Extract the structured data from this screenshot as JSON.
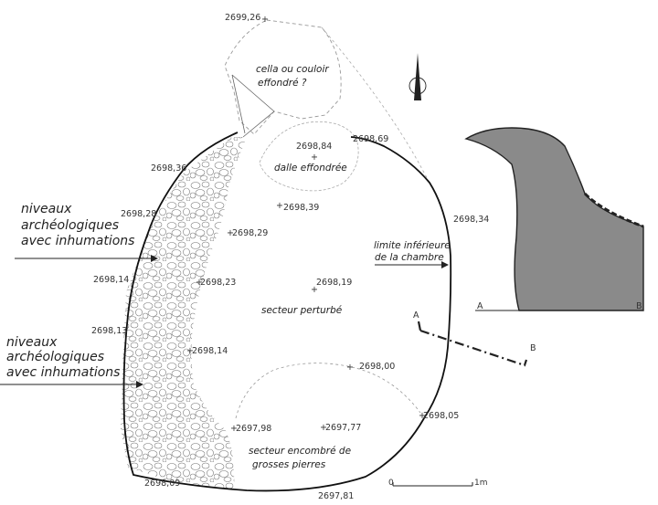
{
  "colors": {
    "line": "#1a1a1a",
    "dashed": "#8c8c8c",
    "section_fill": "#8a8a8a",
    "stone": "#7a7a7a"
  },
  "annotations": {
    "cella": [
      "cella ou couloir",
      "effondré ?"
    ],
    "dalle": "dalle effondrée",
    "limite": [
      "limite inférieure",
      "de la chambre"
    ],
    "secteur_perturbe": "secteur perturbé",
    "secteur_encombre": [
      "secteur encombré de",
      "grosses pierres"
    ],
    "niveaux_top": [
      "niveaux",
      "archéologiques",
      "avec inhumations"
    ],
    "niveaux_bottom": [
      "niveaux",
      "archéologiques",
      "avec inhumations"
    ]
  },
  "elevations": [
    {
      "id": "e1",
      "value": "2699,26"
    },
    {
      "id": "e2",
      "value": "2698,84"
    },
    {
      "id": "e3",
      "value": "2698,69"
    },
    {
      "id": "e4",
      "value": "2698,36"
    },
    {
      "id": "e5",
      "value": "2698,39"
    },
    {
      "id": "e6",
      "value": "2698,28"
    },
    {
      "id": "e7",
      "value": "2698,29"
    },
    {
      "id": "e8",
      "value": "2698,34"
    },
    {
      "id": "e9",
      "value": "2698,14"
    },
    {
      "id": "e10",
      "value": "2698,23"
    },
    {
      "id": "e11",
      "value": "2698,19"
    },
    {
      "id": "e12",
      "value": "2698,13"
    },
    {
      "id": "e13",
      "value": "2698,14"
    },
    {
      "id": "e14",
      "value": "2698,00"
    },
    {
      "id": "e15",
      "value": "2698,05"
    },
    {
      "id": "e16",
      "value": "2697,98"
    },
    {
      "id": "e17",
      "value": "2697,77"
    },
    {
      "id": "e18",
      "value": "2698,09"
    },
    {
      "id": "e19",
      "value": "2697,81"
    }
  ],
  "section": {
    "a": "A",
    "b": "B"
  },
  "section_line": {
    "a": "A",
    "b": "B"
  },
  "scale": {
    "start": "0",
    "end": "1m"
  }
}
